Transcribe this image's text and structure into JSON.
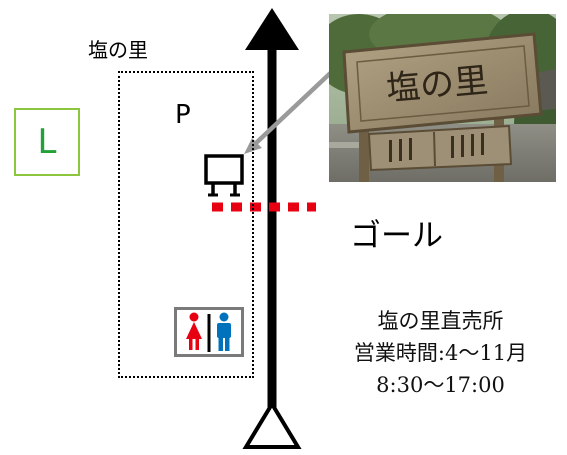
{
  "map": {
    "area_name": "塩の里",
    "marker_letter": "L",
    "parking_label": "P",
    "goal_label": "ゴール",
    "shop_info": {
      "name": "塩の里直売所",
      "hours_season": "営業時間:4〜11月",
      "hours_time": "8:30〜17:00"
    },
    "photo_sign_text": "塩の里"
  },
  "colors": {
    "goal_line": "#e60012",
    "marker_border": "#8cc63f",
    "marker_text": "#23a038",
    "restroom_female": "#e60012",
    "restroom_male": "#0072bc",
    "photo_arrow": "#9a9a9a"
  },
  "icons": {
    "sign_board": "signboard-icon",
    "restroom": "restroom-icon",
    "route_start": "start-triangle-icon",
    "route_arrow": "up-arrow-icon"
  }
}
